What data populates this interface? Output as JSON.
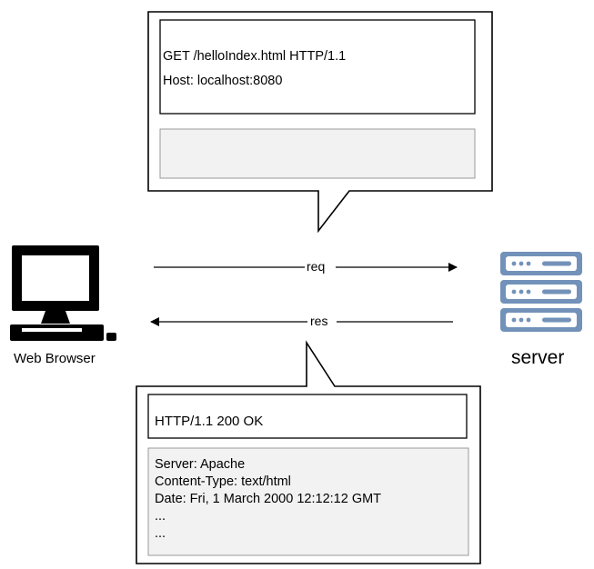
{
  "request": {
    "line1": "GET /helloIndex.html HTTP/1.1",
    "line2": "Host: localhost:8080",
    "body": ""
  },
  "response": {
    "status_line": "HTTP/1.1 200 OK",
    "headers": [
      "Server: Apache",
      "Content-Type: text/html",
      "Date: Fri, 1 March 2000 12:12:12 GMT",
      "...",
      "..."
    ]
  },
  "arrows": {
    "req_label": "req",
    "res_label": "res"
  },
  "client": {
    "label": "Web Browser",
    "icon": "desktop-computer-icon"
  },
  "server": {
    "label": "server",
    "icon": "server-rack-icon",
    "color": "#7392b9"
  }
}
